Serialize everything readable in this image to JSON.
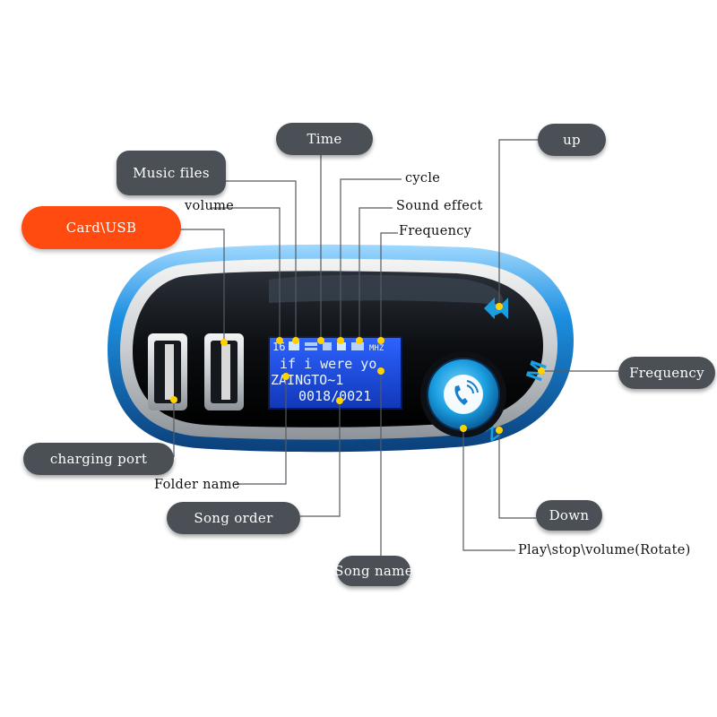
{
  "labels": {
    "time": "Time",
    "music_files": "Music files",
    "cycle": "cycle",
    "volume": "volume",
    "sound_effect": "Sound effect",
    "card_usb": "Card\\USB",
    "frequency_top": "Frequency",
    "up": "up",
    "frequency_right": "Frequency",
    "charging_port": "charging port",
    "folder_name": "Folder name",
    "song_order": "Song order",
    "down": "Down",
    "play_stop_volume": "Play\\stop\\volume(Rotate)",
    "song_name": "Song name"
  },
  "screen": {
    "line1_left": "16",
    "line1_right": "MHZ",
    "line2": "if i were yo",
    "line3": "ZAINGTO~1",
    "line4": "0018/0021"
  },
  "device": {
    "button_up": "up-arrows",
    "button_mode": "M",
    "button_down": "Z"
  },
  "colors": {
    "pill": "#4a5056",
    "card_usb_pill": "#ff4a10",
    "lcd": "#1b4ad8",
    "accent_blue": "#1a9ee0",
    "marker": "#ffd200"
  }
}
